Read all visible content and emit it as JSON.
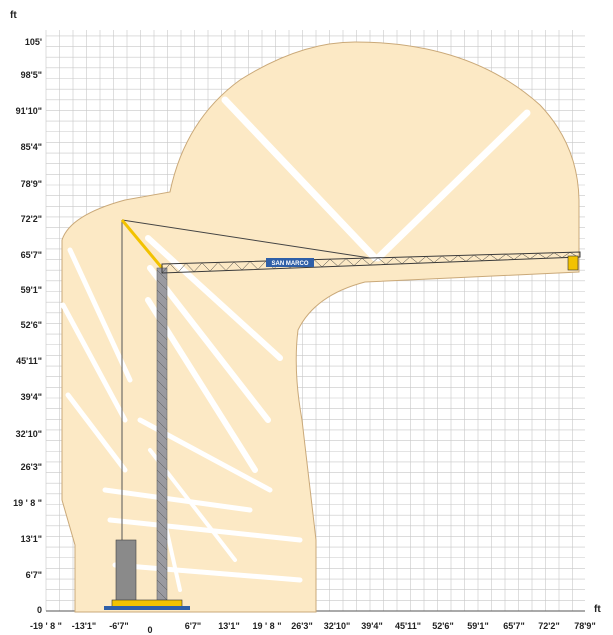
{
  "y_unit": "ft",
  "x_unit": "ft",
  "origin_label": "0",
  "y_ticks": [
    "105'",
    "98'5\"",
    "91'10\"",
    "85'4\"",
    "78'9\"",
    "72'2\"",
    "65'7\"",
    "59'1\"",
    "52'6\"",
    "45'11\"",
    "39'4\"",
    "32'10\"",
    "26'3\"",
    "19 ' 8 \"",
    "13'1\"",
    "6'7\"",
    "0"
  ],
  "x_ticks": [
    "-19 ' 8 \"",
    "-13'1\"",
    "-6'7\"",
    "6'7\"",
    "13'1\"",
    "19 ' 8 \"",
    "26'3\"",
    "32'10\"",
    "39'4\"",
    "45'11\"",
    "52'6\"",
    "59'1\"",
    "65'7\"",
    "72'2\"",
    "78'9\""
  ],
  "jib_brand": "SAN MARCO",
  "colors": {
    "working_area": "#fce9c5",
    "grid": "#b9b9b9",
    "crane_yellow": "#f2c200",
    "mast_grey": "#9a9aa0",
    "jib_dark": "#3a3a3a",
    "brand_blue": "#2f5fa8"
  }
}
